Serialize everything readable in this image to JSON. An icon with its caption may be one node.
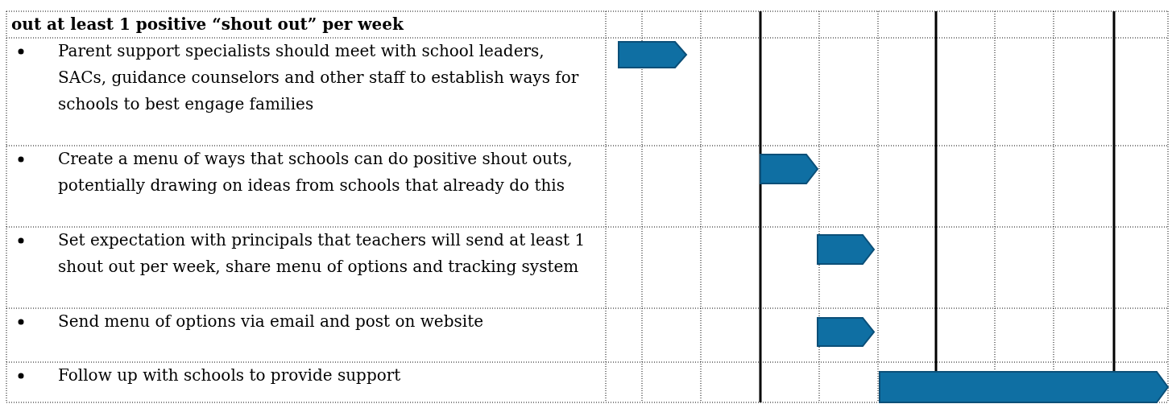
{
  "diagram": {
    "nodes": [
      {
        "text": [],
        "shape": "bar"
      },
      {
        "text": [],
        "shape": "bar"
      },
      {
        "text": [],
        "shape": "bar"
      },
      {
        "text": [],
        "shape": "bar"
      },
      {
        "text": [],
        "shape": "bar"
      }
    ],
    "labels": [
      "out at least 1 positive “shout out” per week",
      "Parent support specialists should meet with school leaders, SACs, guidance counselors and other staff to establish ways for schools to best engage families",
      "Create a menu of ways that schools can do positive shout outs, potentially drawing on ideas from schools that already do this",
      "Set expectation with principals that teachers will send at least 1 shout out per week, share menu of options and tracking system",
      "Send menu of options via email and post on website",
      "Follow up with schools to provide support"
    ]
  }
}
